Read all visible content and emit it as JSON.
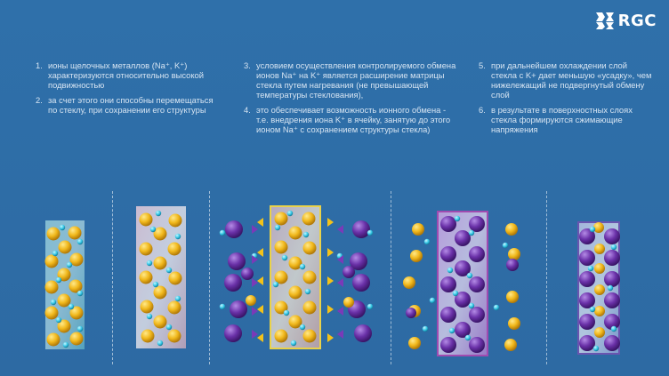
{
  "brand": {
    "name": "RGC"
  },
  "colors": {
    "background": "#2f6fa8",
    "text": "#d6e4f2",
    "sodium": "#f1b81c",
    "potassium": "#6a31a8",
    "oxygen": "#35c7e6",
    "arrow": "#f3c21a"
  },
  "steps_col1": [
    {
      "num": "1.",
      "text": "ионы щелочных металлов (Na⁺, K⁺) характеризуются относительно высокой подвижностью"
    },
    {
      "num": "2.",
      "text": "за счет этого они способны перемещаться по стеклу, при сохранении его структуры"
    }
  ],
  "steps_col2": [
    {
      "num": "3.",
      "text": "условием осуществления контролируемого обмена ионов Na⁺ на K⁺ является расширение матрицы стекла путем нагревания (не превышающей температуры стеклования),"
    },
    {
      "num": "4.",
      "text": "это обеспечивает возможность ионного обмена - т.е. внедрения иона K⁺ в ячейку, занятую до этого ионом Na⁺ с сохранением структуры стекла)"
    }
  ],
  "steps_col3": [
    {
      "num": "5.",
      "text": "при дальнейшем охлаждении слой стекла с K+ дает меньшую «усадку», чем нижележащий не подвергнутый обмену слой"
    },
    {
      "num": "6.",
      "text": "в результате в поверхностных слоях стекла формируются сжимающие напряжения"
    }
  ],
  "illustrations": [
    {
      "stage": "initial-glass"
    },
    {
      "stage": "heated-glass"
    },
    {
      "stage": "ion-exchange"
    },
    {
      "stage": "exchanged-layer"
    },
    {
      "stage": "compressed-glass"
    }
  ]
}
